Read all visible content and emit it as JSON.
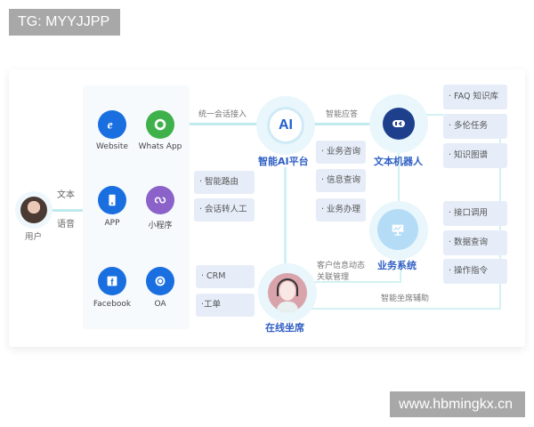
{
  "watermarks": {
    "top": "TG: MYYJJPP",
    "bottom": "www.hbmingkx.cn"
  },
  "diagram": {
    "user": {
      "label": "用户",
      "input_modes": [
        "文本",
        "语音"
      ]
    },
    "channels": [
      {
        "label": "Website",
        "icon": "ie-browser-icon",
        "color": "#1a6fe0"
      },
      {
        "label": "Whats App",
        "icon": "whatsapp-icon",
        "color": "#3fb14b"
      },
      {
        "label": "APP",
        "icon": "mobile-app-icon",
        "color": "#1a6fe0"
      },
      {
        "label": "小程序",
        "icon": "mini-program-icon",
        "color": "#8a62c9"
      },
      {
        "label": "Facebook",
        "icon": "facebook-icon",
        "color": "#1a6fe0"
      },
      {
        "label": "OA",
        "icon": "oa-icon",
        "color": "#1a6fe0"
      }
    ],
    "edges": {
      "unified_access": "统一会话接入",
      "smart_answer": "智能应答",
      "customer_info": [
        "客户信息动态",
        "关联管理"
      ],
      "agent_assist": "智能坐席辅助"
    },
    "ai_platform": {
      "title": "智能AI平台",
      "icon_text": "AI",
      "features": [
        "· 智能路由",
        "· 会话转人工"
      ]
    },
    "ai_services": [
      "· 业务咨询",
      "· 信息查询",
      "· 业务办理"
    ],
    "text_robot": {
      "title": "文本机器人",
      "features": [
        "· FAQ 知识库",
        "· 多伦任务",
        "· 知识图谱"
      ]
    },
    "business_system": {
      "title": "业务系统",
      "features": [
        "· 接口调用",
        "· 数据查询",
        "· 操作指令"
      ]
    },
    "online_agent": {
      "title": "在线坐席",
      "features": [
        "· CRM",
        "·工单"
      ]
    },
    "colors": {
      "accent_blue": "#2f5fc3",
      "tag_bg": "#e6edf8",
      "connector": "#bfeaee",
      "halo": "#e9f6fb"
    }
  }
}
